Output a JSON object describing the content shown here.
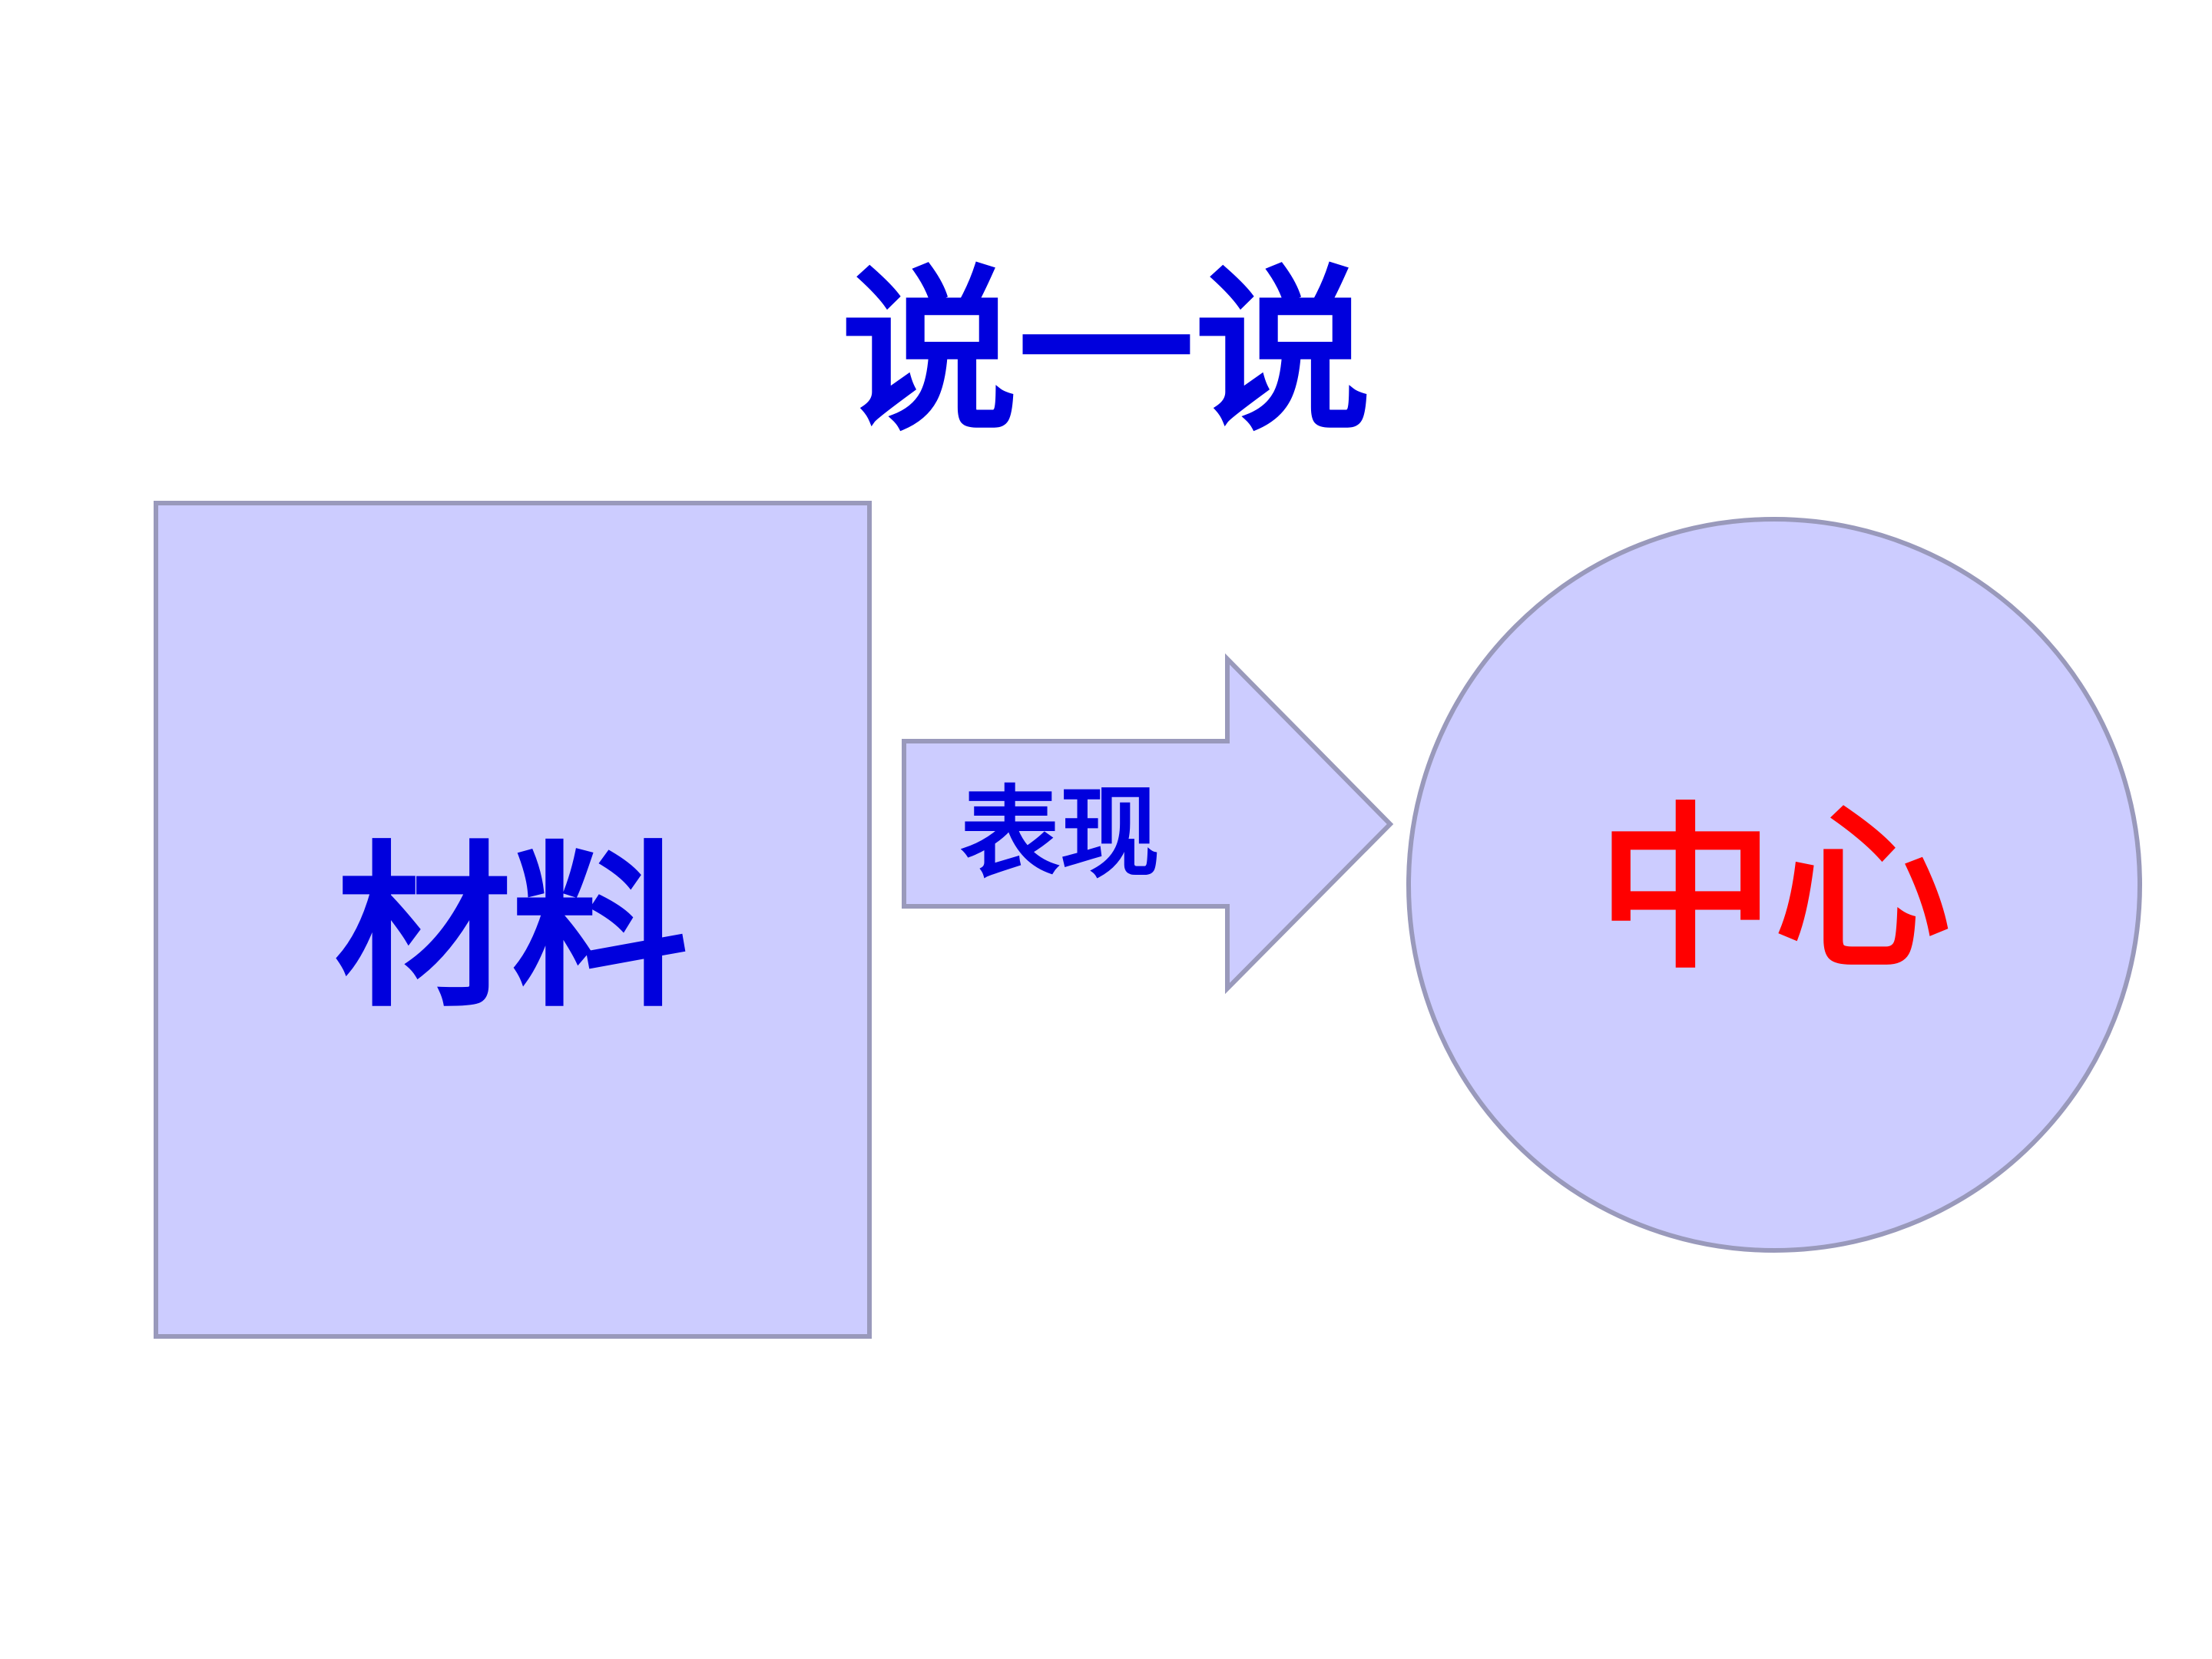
{
  "title": "说一说",
  "diagram": {
    "material_label": "材料",
    "arrow_label": "表现",
    "center_label": "中心"
  },
  "colors": {
    "title_text": "#0000dd",
    "material_text": "#0000dd",
    "arrow_text": "#0000dd",
    "center_text": "#ff0000",
    "shape_fill": "#ccccff",
    "shape_stroke": "#9999bb",
    "background": "#ffffff"
  }
}
